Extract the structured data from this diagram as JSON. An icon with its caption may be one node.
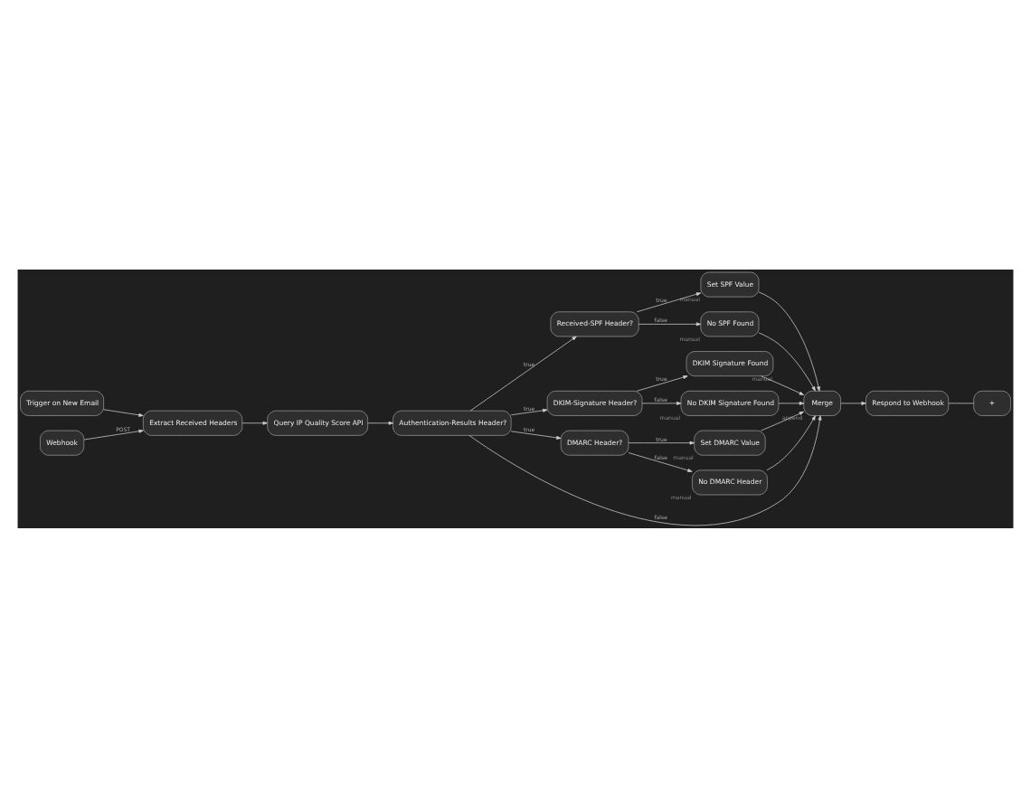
{
  "diagram": {
    "nodes": [
      {
        "text": [
          "Trigger on New Email"
        ]
      },
      {
        "text": [
          "Webhook"
        ]
      },
      {
        "text": [
          "Extract Received Headers"
        ]
      },
      {
        "text": [
          "Query IP Quality Score API"
        ]
      },
      {
        "text": [
          "Authentication-Results Header?"
        ]
      },
      {
        "text": [
          "Received-SPF Header?"
        ]
      },
      {
        "text": [
          "Set SPF Value"
        ],
        "beside": [
          "manual"
        ]
      },
      {
        "text": [
          "No SPF Found"
        ],
        "beside": [
          "manual"
        ]
      },
      {
        "text": [
          "DKIM-Signature Header?"
        ]
      },
      {
        "text": [
          "DKIM Signature Found"
        ],
        "beside": [
          "manual"
        ]
      },
      {
        "text": [
          "No DKIM Signature Found"
        ],
        "beside": [
          "manual"
        ]
      },
      {
        "text": [
          "DMARC Header?"
        ]
      },
      {
        "text": [
          "Set DMARC Value"
        ],
        "beside": [
          "manual"
        ]
      },
      {
        "text": [
          "No DMARC Header"
        ],
        "beside": [
          "manual"
        ]
      },
      {
        "text": [
          "Merge"
        ],
        "beside": [
          "append"
        ]
      },
      {
        "text": [
          "Respond to Webhook"
        ]
      },
      {
        "text": [
          "+"
        ]
      }
    ],
    "edges": [
      {
        "from": 0,
        "to": 2,
        "arrow": "to"
      },
      {
        "from": 1,
        "to": 2,
        "arrow": "to",
        "label": "POST"
      },
      {
        "from": 2,
        "to": 3,
        "arrow": "to"
      },
      {
        "from": 3,
        "to": 4,
        "arrow": "to"
      },
      {
        "from": 4,
        "to": 5,
        "arrow": "to",
        "label": "true"
      },
      {
        "from": 4,
        "to": 8,
        "arrow": "to",
        "label": "true"
      },
      {
        "from": 4,
        "to": 11,
        "arrow": "to",
        "label": "true"
      },
      {
        "from": 4,
        "to": 14,
        "arrow": "to",
        "label": "false"
      },
      {
        "from": 5,
        "to": 6,
        "arrow": "to",
        "label": "true"
      },
      {
        "from": 5,
        "to": 7,
        "arrow": "to",
        "label": "false"
      },
      {
        "from": 8,
        "to": 9,
        "arrow": "to",
        "label": "true"
      },
      {
        "from": 8,
        "to": 10,
        "arrow": "to",
        "label": "false"
      },
      {
        "from": 11,
        "to": 12,
        "arrow": "to",
        "label": "true"
      },
      {
        "from": 11,
        "to": 13,
        "arrow": "to",
        "label": "false"
      },
      {
        "from": 6,
        "to": 14,
        "arrow": "to"
      },
      {
        "from": 7,
        "to": 14,
        "arrow": "to"
      },
      {
        "from": 9,
        "to": 14,
        "arrow": "to"
      },
      {
        "from": 10,
        "to": 14,
        "arrow": "to"
      },
      {
        "from": 12,
        "to": 14,
        "arrow": "to"
      },
      {
        "from": 13,
        "to": 14,
        "arrow": "to"
      },
      {
        "from": 14,
        "to": 15,
        "arrow": "to"
      },
      {
        "from": 15,
        "to": 16,
        "arrow": "none"
      }
    ]
  }
}
